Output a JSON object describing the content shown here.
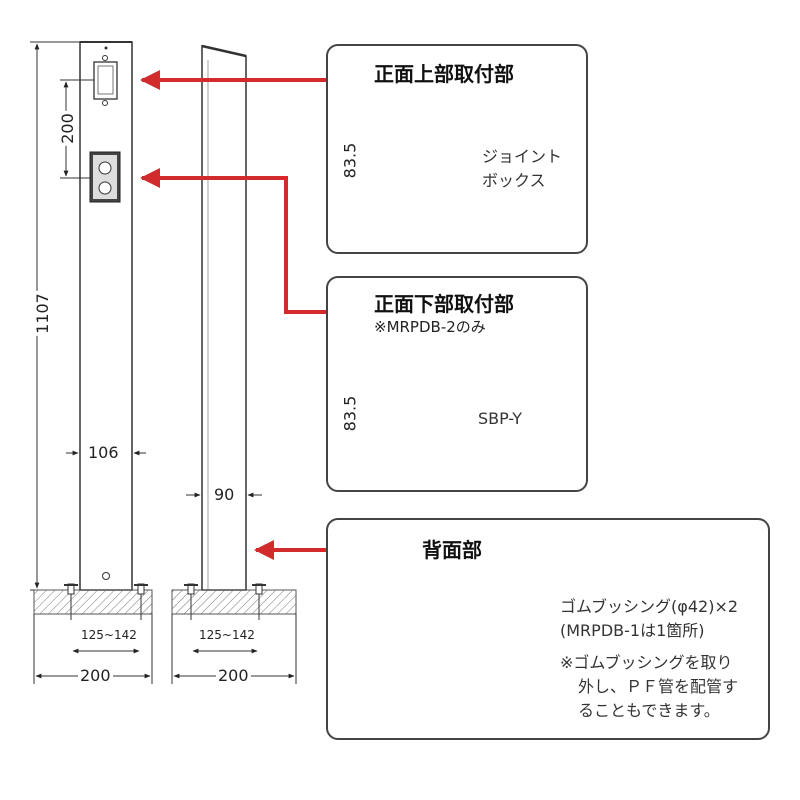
{
  "front_upper": {
    "title": "正面上部取付部",
    "dimension": "83.5",
    "label_line1": "ジョイント",
    "label_line2": "ボックス"
  },
  "front_lower": {
    "title": "正面下部取付部",
    "note": "※MRPDB-2のみ",
    "dimension": "83.5",
    "label": "SBP-Y"
  },
  "back": {
    "title": "背面部",
    "line1": "ゴムブッシング(φ42)×2",
    "line2": "(MRPDB-1は1箇所)",
    "line3": "※ゴムブッシングを取り",
    "line4": "外し、ＰＦ管を配管す",
    "line5": "ることもできます。"
  },
  "dimensions": {
    "height": "1107",
    "box_pitch": "200",
    "front_width": "106",
    "side_width": "90",
    "front_base_span": "125~142",
    "front_base": "200",
    "side_base_span": "125~142",
    "side_base": "200"
  },
  "colors": {
    "arrow": "#d22b2b",
    "outline": "#333333"
  }
}
